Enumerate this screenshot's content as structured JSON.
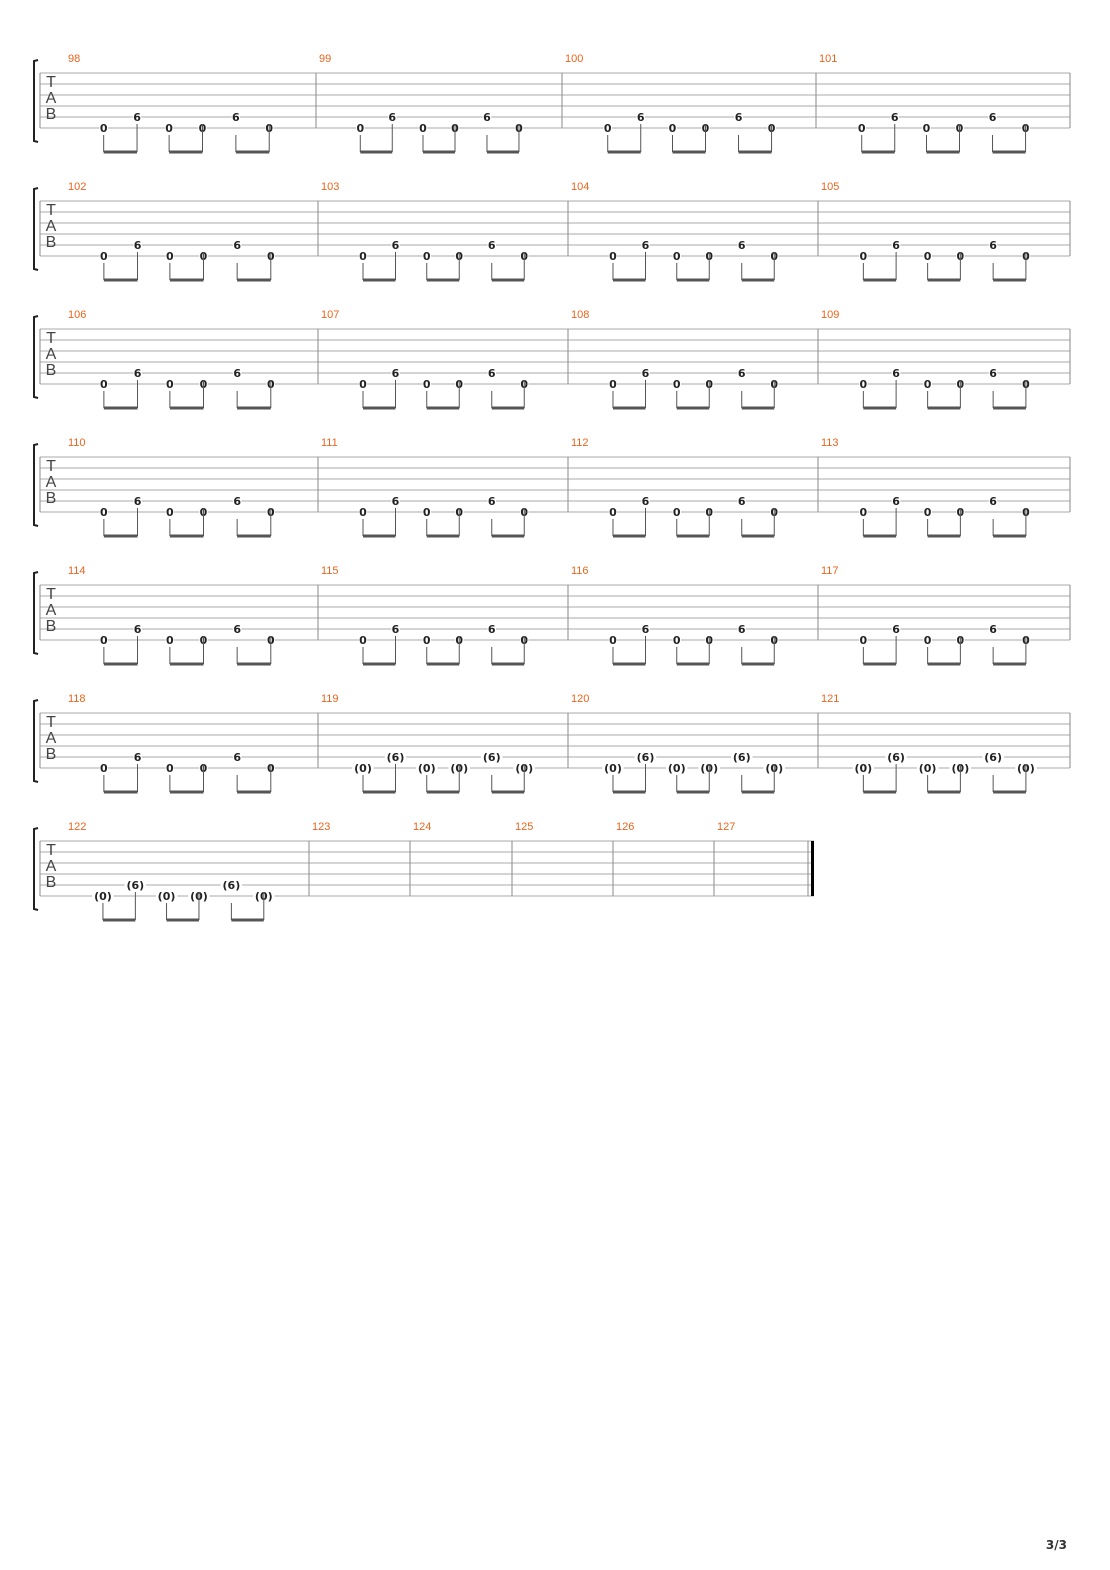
{
  "colors": {
    "staff_line": "#a8a8a8",
    "barline": "#8a8a8a",
    "measure_number": "#e8641e",
    "fret_text": "#222222",
    "beam": "#555555",
    "bracket": "#222222",
    "tab_clef": "#444444"
  },
  "clef_letters": [
    "T",
    "A",
    "B"
  ],
  "page_number": "3/3",
  "systems": [
    {
      "measures": [
        {
          "number": "98",
          "frets": [
            "0",
            "6",
            "0",
            "0",
            "6",
            "0"
          ]
        },
        {
          "number": "99",
          "frets": [
            "0",
            "6",
            "0",
            "0",
            "6",
            "0"
          ]
        },
        {
          "number": "100",
          "frets": [
            "0",
            "6",
            "0",
            "0",
            "6",
            "0"
          ]
        },
        {
          "number": "101",
          "frets": [
            "0",
            "6",
            "0",
            "0",
            "6",
            "0"
          ]
        }
      ]
    },
    {
      "measures": [
        {
          "number": "102",
          "frets": [
            "0",
            "6",
            "0",
            "0",
            "6",
            "0"
          ]
        },
        {
          "number": "103",
          "frets": [
            "0",
            "6",
            "0",
            "0",
            "6",
            "0"
          ]
        },
        {
          "number": "104",
          "frets": [
            "0",
            "6",
            "0",
            "0",
            "6",
            "0"
          ]
        },
        {
          "number": "105",
          "frets": [
            "0",
            "6",
            "0",
            "0",
            "6",
            "0"
          ]
        }
      ]
    },
    {
      "measures": [
        {
          "number": "106",
          "frets": [
            "0",
            "6",
            "0",
            "0",
            "6",
            "0"
          ]
        },
        {
          "number": "107",
          "frets": [
            "0",
            "6",
            "0",
            "0",
            "6",
            "0"
          ]
        },
        {
          "number": "108",
          "frets": [
            "0",
            "6",
            "0",
            "0",
            "6",
            "0"
          ]
        },
        {
          "number": "109",
          "frets": [
            "0",
            "6",
            "0",
            "0",
            "6",
            "0"
          ]
        }
      ]
    },
    {
      "measures": [
        {
          "number": "110",
          "frets": [
            "0",
            "6",
            "0",
            "0",
            "6",
            "0"
          ]
        },
        {
          "number": "111",
          "frets": [
            "0",
            "6",
            "0",
            "0",
            "6",
            "0"
          ]
        },
        {
          "number": "112",
          "frets": [
            "0",
            "6",
            "0",
            "0",
            "6",
            "0"
          ]
        },
        {
          "number": "113",
          "frets": [
            "0",
            "6",
            "0",
            "0",
            "6",
            "0"
          ]
        }
      ]
    },
    {
      "measures": [
        {
          "number": "114",
          "frets": [
            "0",
            "6",
            "0",
            "0",
            "6",
            "0"
          ]
        },
        {
          "number": "115",
          "frets": [
            "0",
            "6",
            "0",
            "0",
            "6",
            "0"
          ]
        },
        {
          "number": "116",
          "frets": [
            "0",
            "6",
            "0",
            "0",
            "6",
            "0"
          ]
        },
        {
          "number": "117",
          "frets": [
            "0",
            "6",
            "0",
            "0",
            "6",
            "0"
          ]
        }
      ]
    },
    {
      "measures": [
        {
          "number": "118",
          "frets": [
            "0",
            "6",
            "0",
            "0",
            "6",
            "0"
          ]
        },
        {
          "number": "119",
          "frets": [
            "(0)",
            "(6)",
            "(0)",
            "(0)",
            "(6)",
            "(0)"
          ]
        },
        {
          "number": "120",
          "frets": [
            "(0)",
            "(6)",
            "(0)",
            "(0)",
            "(6)",
            "(0)"
          ]
        },
        {
          "number": "121",
          "frets": [
            "(0)",
            "(6)",
            "(0)",
            "(0)",
            "(6)",
            "(0)"
          ]
        }
      ]
    },
    {
      "measures": [
        {
          "number": "122",
          "frets": [
            "(0)",
            "(6)",
            "(0)",
            "(0)",
            "(6)",
            "(0)"
          ]
        },
        {
          "number": "123",
          "frets": []
        },
        {
          "number": "124",
          "frets": []
        },
        {
          "number": "125",
          "frets": []
        },
        {
          "number": "126",
          "frets": []
        },
        {
          "number": "127",
          "frets": []
        }
      ],
      "final_barline": true
    }
  ]
}
